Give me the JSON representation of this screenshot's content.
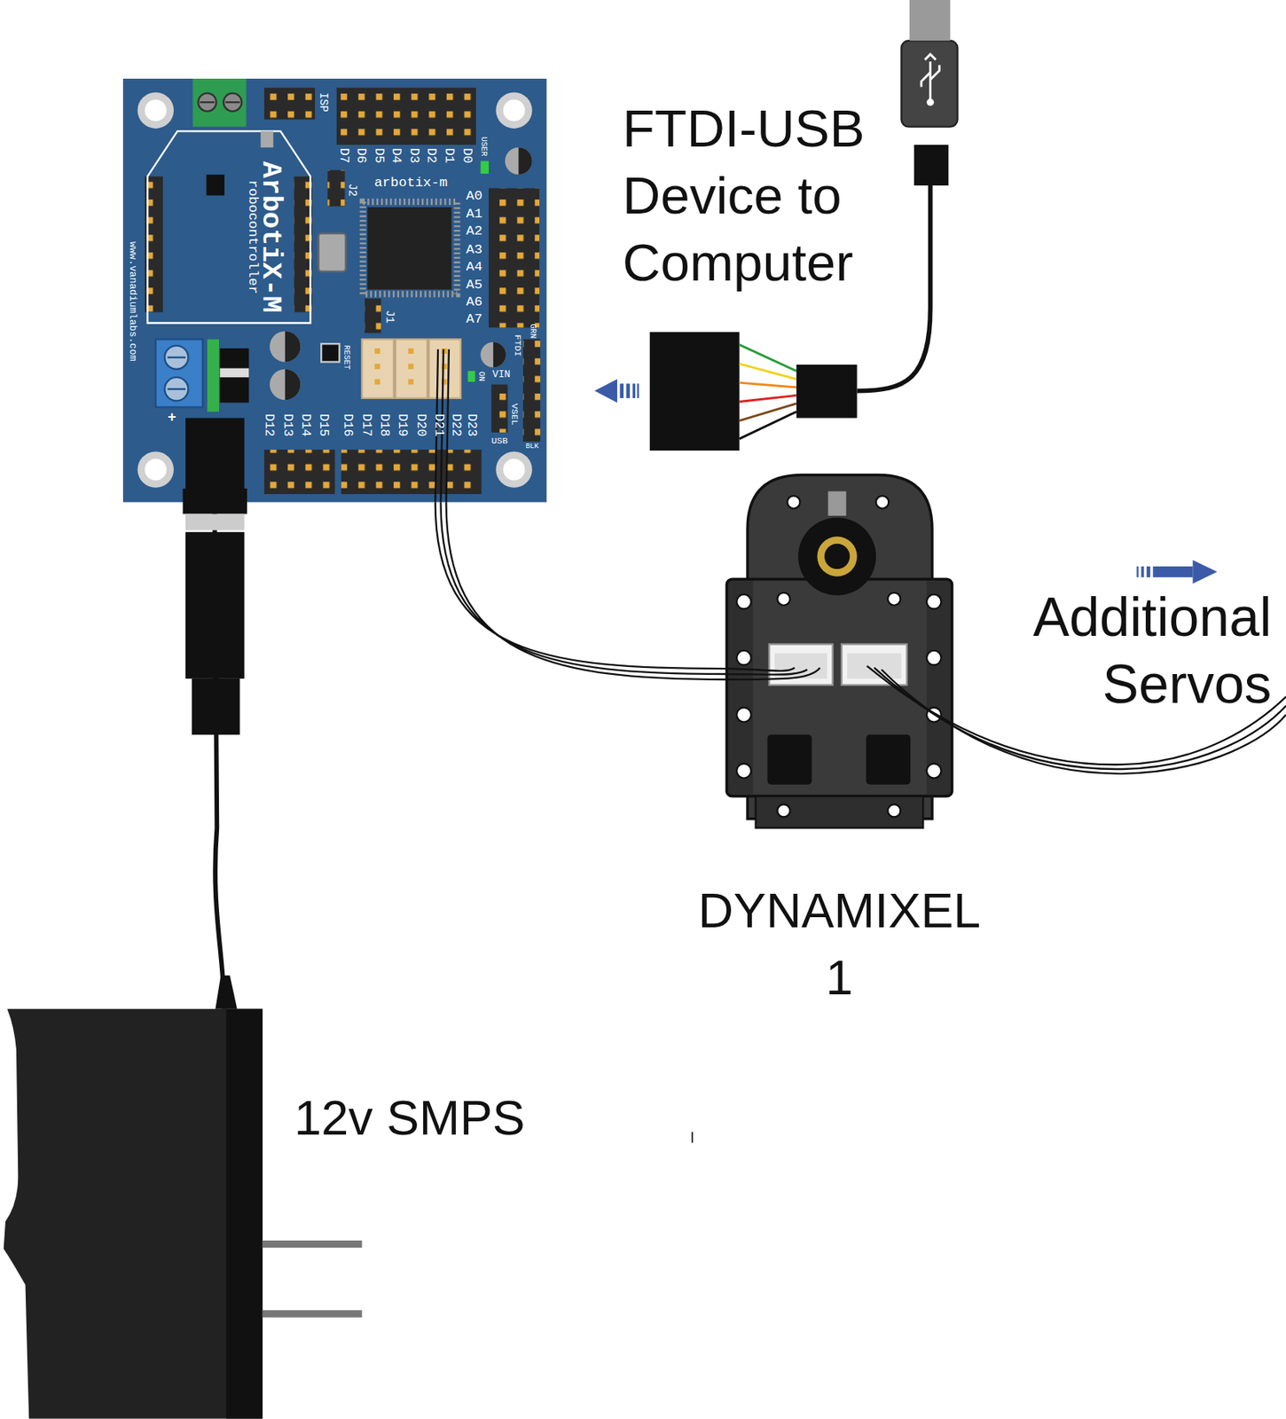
{
  "diagram": {
    "nodes": [
      {
        "text": [
          "ArbotiX-M",
          "robocontroller"
        ]
      },
      {
        "text": [
          "FTDI-USB Device to Computer"
        ]
      },
      {
        "text": [
          "DYNAMIXEL 1"
        ]
      },
      {
        "text": [
          "12v SMPS"
        ]
      }
    ],
    "edges": [
      {
        "from": 0,
        "to": 2,
        "arrow": "none"
      },
      {
        "from": 3,
        "to": 0,
        "arrow": "none"
      }
    ],
    "labels": [
      "ISP",
      "D7",
      "D6",
      "D5",
      "D4",
      "D3",
      "D2",
      "D1",
      "D0",
      "USER",
      "J2",
      "arbotix-m",
      "A0",
      "A1",
      "A2",
      "A3",
      "A4",
      "A5",
      "A6",
      "A7",
      "J1",
      "RESET",
      "GRN",
      "FTDI",
      "VIN",
      "ON",
      "VSEL",
      "USB",
      "BLK",
      "+",
      "www.vanadiumlabs.com",
      "D12",
      "D13",
      "D14",
      "D15",
      "D16",
      "D17",
      "D18",
      "D19",
      "D20",
      "D21",
      "D22",
      "D23",
      "Additional Servos"
    ]
  }
}
